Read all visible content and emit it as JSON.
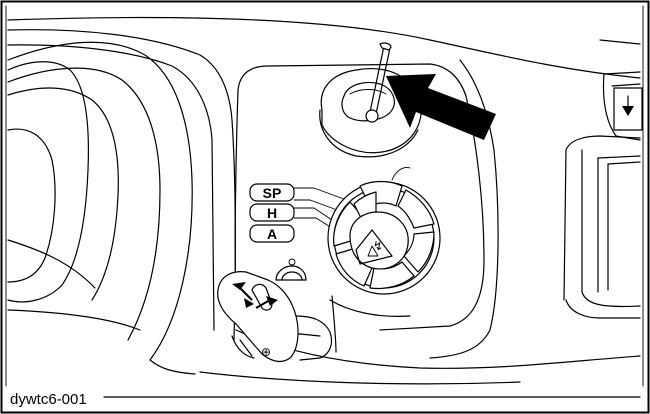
{
  "figure": {
    "caption": "dywtc6-001",
    "mode_labels": [
      "SP",
      "H",
      "A"
    ],
    "lever_glyph": "⊕",
    "dial_glyph": "↯"
  },
  "icons": [
    "lever-knob",
    "pointer-arrow",
    "rotary-dial",
    "mode-switch",
    "down-arrow-icon",
    "oil-can-icon"
  ]
}
